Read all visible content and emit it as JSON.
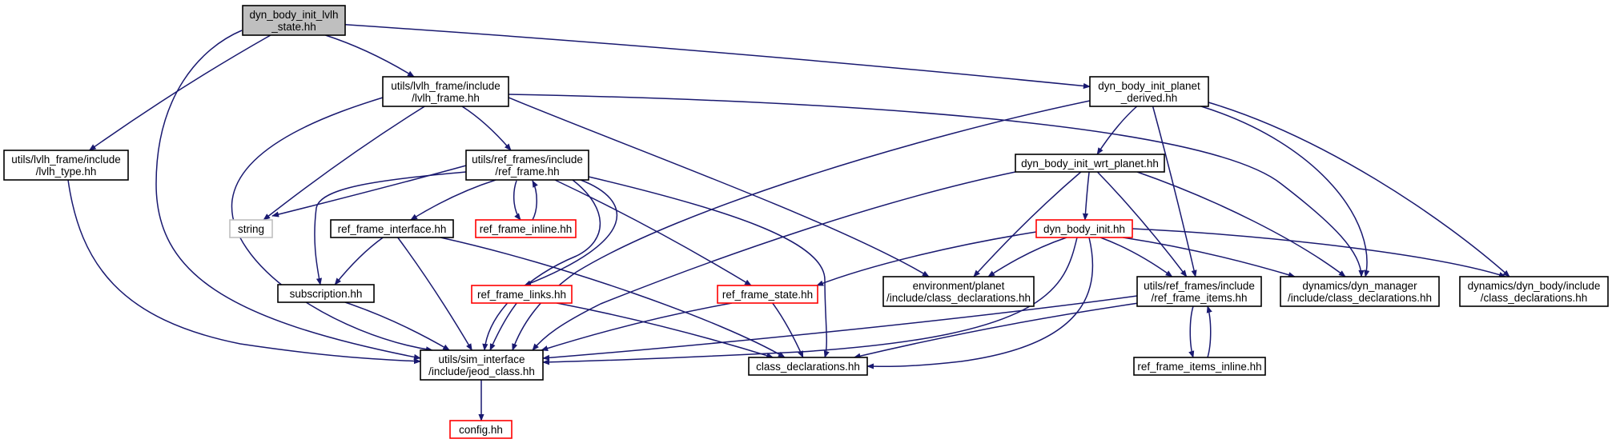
{
  "colors": {
    "edge": "#191970",
    "node_border": "#000000",
    "node_border_missing": "#ff0000",
    "node_border_external": "#bfbfbf",
    "root_fill": "#bfbfbf",
    "node_fill": "#ffffff"
  },
  "nodes": {
    "root": {
      "lines": [
        "dyn_body_init_lvlh",
        "_state.hh"
      ],
      "kind": "root"
    },
    "lvlh_frame": {
      "lines": [
        "utils/lvlh_frame/include",
        "/lvlh_frame.hh"
      ],
      "kind": "normal"
    },
    "lvlh_type": {
      "lines": [
        "utils/lvlh_frame/include",
        "/lvlh_type.hh"
      ],
      "kind": "normal"
    },
    "planet_derived": {
      "lines": [
        "dyn_body_init_planet",
        "_derived.hh"
      ],
      "kind": "normal"
    },
    "ref_frame": {
      "lines": [
        "utils/ref_frames/include",
        "/ref_frame.hh"
      ],
      "kind": "normal"
    },
    "string": {
      "lines": [
        "string"
      ],
      "kind": "external"
    },
    "ref_frame_interface": {
      "lines": [
        "ref_frame_interface.hh"
      ],
      "kind": "normal"
    },
    "ref_frame_inline": {
      "lines": [
        "ref_frame_inline.hh"
      ],
      "kind": "missing"
    },
    "subscription": {
      "lines": [
        "subscription.hh"
      ],
      "kind": "normal"
    },
    "ref_frame_links": {
      "lines": [
        "ref_frame_links.hh"
      ],
      "kind": "missing"
    },
    "ref_frame_state": {
      "lines": [
        "ref_frame_state.hh"
      ],
      "kind": "missing"
    },
    "wrt_planet": {
      "lines": [
        "dyn_body_init_wrt_planet.hh"
      ],
      "kind": "normal"
    },
    "dyn_body_init": {
      "lines": [
        "dyn_body_init.hh"
      ],
      "kind": "missing"
    },
    "env_planet": {
      "lines": [
        "environment/planet",
        "/include/class_declarations.hh"
      ],
      "kind": "normal"
    },
    "ref_frame_items": {
      "lines": [
        "utils/ref_frames/include",
        "/ref_frame_items.hh"
      ],
      "kind": "normal"
    },
    "dyn_manager": {
      "lines": [
        "dynamics/dyn_manager",
        "/include/class_declarations.hh"
      ],
      "kind": "normal"
    },
    "dyn_body_cd": {
      "lines": [
        "dynamics/dyn_body/include",
        "/class_declarations.hh"
      ],
      "kind": "normal"
    },
    "jeod_class": {
      "lines": [
        "utils/sim_interface",
        "/include/jeod_class.hh"
      ],
      "kind": "normal"
    },
    "class_decl": {
      "lines": [
        "class_declarations.hh"
      ],
      "kind": "normal"
    },
    "ref_frame_items_inline": {
      "lines": [
        "ref_frame_items_inline.hh"
      ],
      "kind": "normal"
    },
    "config": {
      "lines": [
        "config.hh"
      ],
      "kind": "missing"
    }
  },
  "edges": [
    [
      "root",
      "lvlh_frame"
    ],
    [
      "root",
      "lvlh_type"
    ],
    [
      "root",
      "planet_derived"
    ],
    [
      "root",
      "jeod_class"
    ],
    [
      "lvlh_frame",
      "ref_frame"
    ],
    [
      "lvlh_frame",
      "string"
    ],
    [
      "lvlh_frame",
      "jeod_class"
    ],
    [
      "lvlh_frame",
      "env_planet"
    ],
    [
      "lvlh_frame",
      "dyn_manager"
    ],
    [
      "lvlh_type",
      "jeod_class"
    ],
    [
      "planet_derived",
      "wrt_planet"
    ],
    [
      "planet_derived",
      "jeod_class"
    ],
    [
      "planet_derived",
      "ref_frame_items"
    ],
    [
      "planet_derived",
      "dyn_manager"
    ],
    [
      "planet_derived",
      "dyn_body_cd"
    ],
    [
      "ref_frame",
      "string"
    ],
    [
      "ref_frame",
      "ref_frame_interface"
    ],
    [
      "ref_frame",
      "ref_frame_inline"
    ],
    [
      "ref_frame",
      "subscription"
    ],
    [
      "ref_frame",
      "ref_frame_links"
    ],
    [
      "ref_frame",
      "ref_frame_state"
    ],
    [
      "ref_frame",
      "jeod_class"
    ],
    [
      "ref_frame",
      "class_decl"
    ],
    [
      "ref_frame_inline",
      "ref_frame"
    ],
    [
      "ref_frame_interface",
      "subscription"
    ],
    [
      "ref_frame_interface",
      "jeod_class"
    ],
    [
      "ref_frame_interface",
      "class_decl"
    ],
    [
      "subscription",
      "jeod_class"
    ],
    [
      "ref_frame_links",
      "jeod_class"
    ],
    [
      "ref_frame_links",
      "class_decl"
    ],
    [
      "ref_frame_state",
      "jeod_class"
    ],
    [
      "ref_frame_state",
      "class_decl"
    ],
    [
      "wrt_planet",
      "dyn_body_init"
    ],
    [
      "wrt_planet",
      "env_planet"
    ],
    [
      "wrt_planet",
      "ref_frame_items"
    ],
    [
      "wrt_planet",
      "dyn_manager"
    ],
    [
      "wrt_planet",
      "jeod_class"
    ],
    [
      "dyn_body_init",
      "ref_frame_state"
    ],
    [
      "dyn_body_init",
      "env_planet"
    ],
    [
      "dyn_body_init",
      "ref_frame_items"
    ],
    [
      "dyn_body_init",
      "dyn_manager"
    ],
    [
      "dyn_body_init",
      "dyn_body_cd"
    ],
    [
      "dyn_body_init",
      "jeod_class"
    ],
    [
      "dyn_body_init",
      "class_decl"
    ],
    [
      "ref_frame_items",
      "ref_frame_items_inline"
    ],
    [
      "ref_frame_items",
      "jeod_class"
    ],
    [
      "ref_frame_items",
      "class_decl"
    ],
    [
      "ref_frame_items_inline",
      "ref_frame_items"
    ],
    [
      "jeod_class",
      "config"
    ]
  ]
}
